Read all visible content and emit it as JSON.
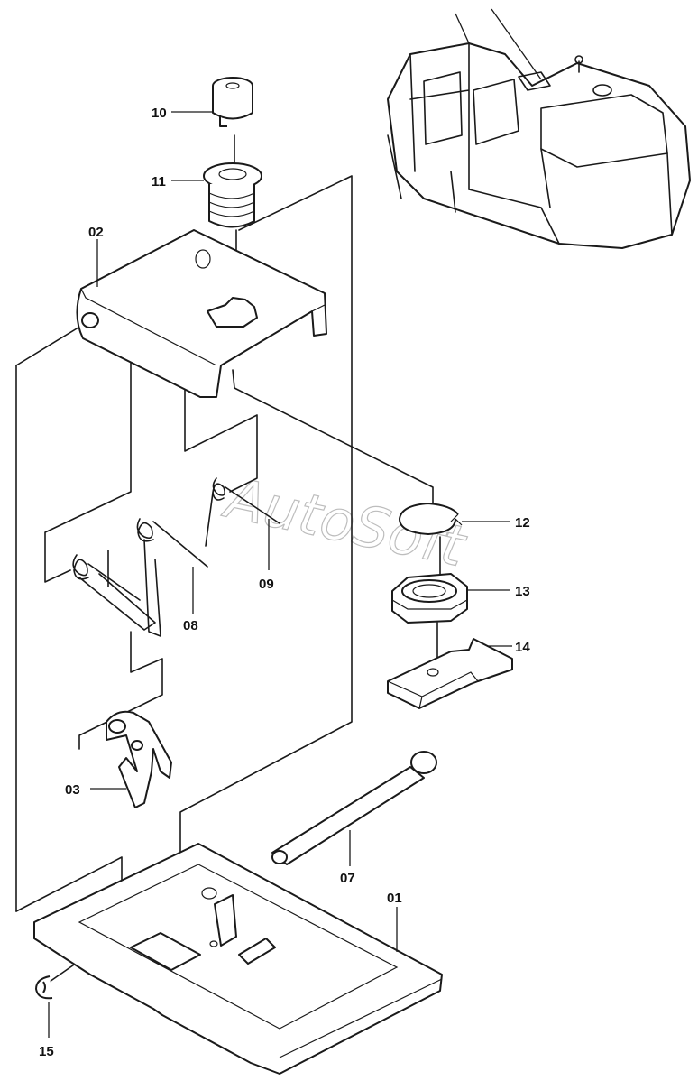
{
  "watermark": "AutoSoft",
  "callouts": [
    {
      "id": "01",
      "label": "01"
    },
    {
      "id": "02",
      "label": "02"
    },
    {
      "id": "03",
      "label": "03"
    },
    {
      "id": "07",
      "label": "07"
    },
    {
      "id": "08",
      "label": "08"
    },
    {
      "id": "09",
      "label": "09"
    },
    {
      "id": "10",
      "label": "10"
    },
    {
      "id": "11",
      "label": "11"
    },
    {
      "id": "12",
      "label": "12"
    },
    {
      "id": "13",
      "label": "13"
    },
    {
      "id": "14",
      "label": "14"
    },
    {
      "id": "15",
      "label": "15"
    }
  ]
}
